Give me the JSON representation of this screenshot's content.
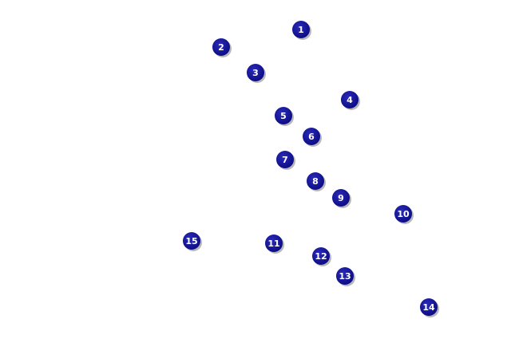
{
  "colors": {
    "background": "#ffffff",
    "marker_fill": "#0d0d86",
    "marker_fill_highlight": "#2a2ab8",
    "marker_shadow": "#9a9a9a",
    "label": "#ffffff"
  },
  "markers": [
    {
      "id": "1",
      "label": "1"
    },
    {
      "id": "2",
      "label": "2"
    },
    {
      "id": "3",
      "label": "3"
    },
    {
      "id": "4",
      "label": "4"
    },
    {
      "id": "5",
      "label": "5"
    },
    {
      "id": "6",
      "label": "6"
    },
    {
      "id": "7",
      "label": "7"
    },
    {
      "id": "8",
      "label": "8"
    },
    {
      "id": "9",
      "label": "9"
    },
    {
      "id": "10",
      "label": "10"
    },
    {
      "id": "11",
      "label": "11"
    },
    {
      "id": "12",
      "label": "12"
    },
    {
      "id": "13",
      "label": "13"
    },
    {
      "id": "14",
      "label": "14"
    },
    {
      "id": "15",
      "label": "15"
    }
  ]
}
